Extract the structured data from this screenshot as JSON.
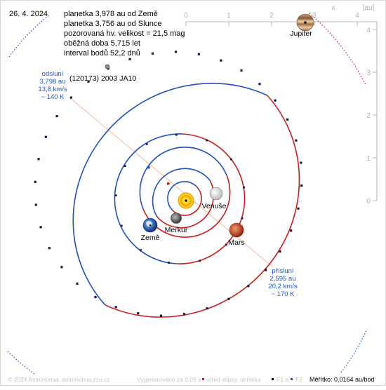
{
  "date": "26. 4. 2024",
  "info_lines": [
    "planetka 3,978 au od Země",
    "planetka 3,756 au od Slunce",
    "pozorovaná hv. velikost = 21,5 mag",
    "oběžná doba 5,715 let",
    "interval bodů 52,2 dnů"
  ],
  "asteroid_name": "(120173) 2003 JA10",
  "aphelion_note": [
    "odsluní",
    "3,798 au",
    "13,8 km/s",
    "~ 140 K"
  ],
  "perihelion_note": [
    "přísluní",
    "2,595 au",
    "20,2 km/s",
    "~ 170 K"
  ],
  "axis": {
    "x_ticks": [
      "0",
      "1",
      "2",
      "3",
      "4"
    ],
    "y_ticks": [
      "0",
      "1",
      "2",
      "3",
      "4"
    ],
    "x_name": "x",
    "unit": "[au]"
  },
  "planets": {
    "jupiter": "Jupiter",
    "venus": "Venuše",
    "mercury": "Merkur",
    "earth": "Země",
    "mars": "Mars"
  },
  "footer": {
    "copyright": "© 2024 Astronomia, astronomia.zcu.cz",
    "generated": "Vygenerováno za 0,09 s",
    "center_legend": "střed elipsy, ohniska",
    "f1": "F1 a",
    "f2": "F2",
    "scale": "Měřítko: 0,0164 au/bod"
  },
  "colors": {
    "orbit_blue": "#1f4fc0",
    "orbit_red": "#c81e1e",
    "note_blue": "#1f55c9",
    "axis_grey": "#b4b4b4"
  }
}
